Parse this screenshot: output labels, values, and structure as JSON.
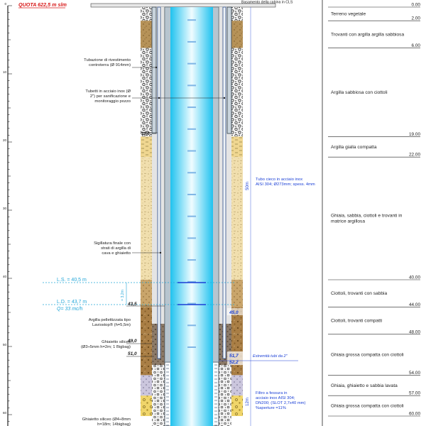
{
  "header": {
    "quota": "QUOTA 622,5 m slm",
    "basement": "Basamento della cabina in CLS"
  },
  "colors": {
    "quota": "#d71818",
    "water_level": "#23a6d8",
    "blue_notes": "#1a3fd6",
    "casing_fill": "#c9d4dc",
    "bore_gradient": [
      "#f0fcff",
      "#9fe6fb",
      "#1fc2ef"
    ]
  },
  "scale": {
    "unit": "m",
    "ticks": [
      "0",
      "10",
      "20",
      "30",
      "40",
      "50",
      "60"
    ]
  },
  "stratigraphy": [
    {
      "top": "0.00",
      "bottom": "2.00",
      "description": "Terreno vegetale",
      "fill": "gravel-dots"
    },
    {
      "top": "2.00",
      "bottom": "6.00",
      "description": "Trovanti con argilla argilla sabbiosa",
      "fill": "tan-speckle"
    },
    {
      "top": "6.00",
      "bottom": "19.00",
      "description": "Argilla sabbiosa con ciottoli",
      "fill": "gravel-dots"
    },
    {
      "top": "19.00",
      "bottom": "22.00",
      "description": "Argilla gialla compatta",
      "fill": "yellow-dashes"
    },
    {
      "top": "22.00",
      "bottom": "40.00",
      "description": "Ghiaia, sabbia, ciottoli e trovanti in matrice argillosa",
      "fill": "yellow-sand"
    },
    {
      "top": "40.00",
      "bottom": "44.00",
      "description": "Ciottoli, trovanti con sabbia",
      "fill": "brown-sand"
    },
    {
      "top": "44.00",
      "bottom": "48.00",
      "description": "Ciottoli, trovanti compatti",
      "fill": "brown"
    },
    {
      "top": "48.00",
      "bottom": "54.00",
      "description": "Ghiaia grossa compatta con ciottoli",
      "fill": "brown"
    },
    {
      "top": "54.00",
      "bottom": "57.00",
      "description": "Ghiaia, ghiaietto e sabbia lavata",
      "fill": "lavender"
    },
    {
      "top": "57.00",
      "bottom": "60.00",
      "description": "Ghiaia grossa compatta con ciottoli",
      "fill": "yellow-gravel"
    }
  ],
  "annotations": {
    "outer_casing": "Tubazione di rivestimento controterra (Ø 914mm)",
    "inox_tubes": "Tubetti in acciaio inox (Ø 2\") per sanificazione e monitoraggio pozzo",
    "casing_depth": "19,0",
    "blank_pipe": "Tubo cieco in acciaio inox AISI 304; Ø273mm; spess. 4mm",
    "blank_pipe_length": "50m",
    "seal": "Sigillatura finale con strati di argilla di cava e ghiaietto",
    "static_level": "L.S. = 40,5 m",
    "dynamic_level": "L.D. = 43,7 m",
    "flow_rate": "Q= 33 mc/h",
    "drawdown": "= 3,2m",
    "depth_43_5": "43,5",
    "depth_45_0": "45,0",
    "pellet_clay": "Argilla pellettizzata tipo Laviostop® (h=5,5m)",
    "depth_49_0": "49,0",
    "fine_gravel": "Ghiaietto siliceo (Ø3÷5mm h=2m; 1 Bigbag)",
    "depth_51_0": "51,0",
    "depth_51_7": "51,7",
    "depth_52_2": "52,2",
    "tube_end": "Estremità tubi da 2\"",
    "filter": "Filtro a fessura in acciaio inox AISI 304; DN200; (SLOT 2,7x40 mm) %aperture =11%",
    "filter_length": "12m",
    "coarse_gravel": "Ghiaietto siliceo (Ø4÷8mm h=18m; 14bigbag)"
  }
}
